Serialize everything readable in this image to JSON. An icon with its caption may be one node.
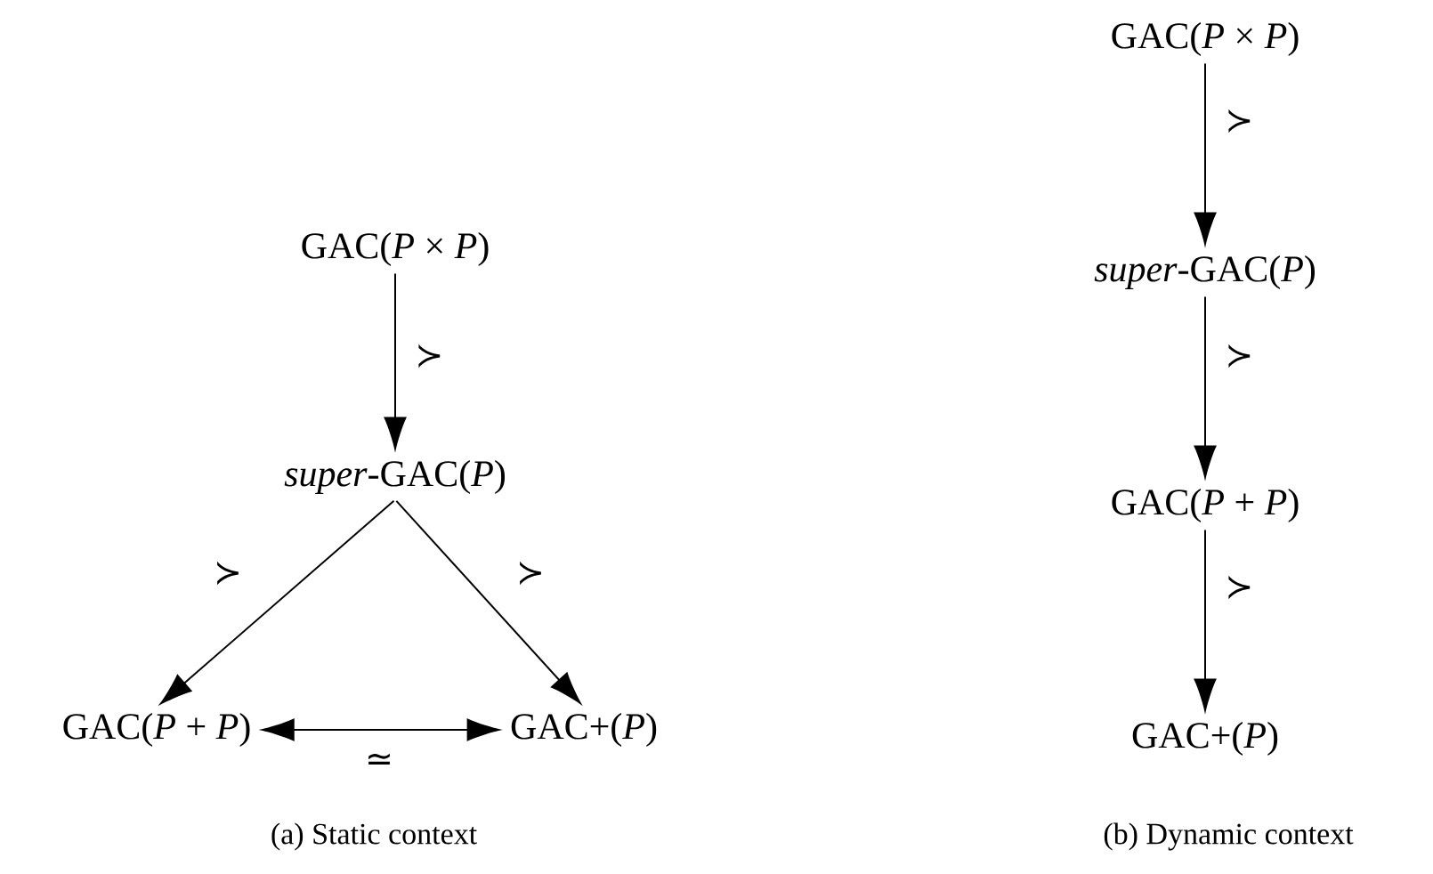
{
  "diagram": {
    "nodes": [
      {
        "text": [
          "GAC(*P* × *P*)"
        ]
      },
      {
        "text": [
          "*super*-GAC(*P*)"
        ]
      },
      {
        "text": [
          "GAC(*P* + *P*)"
        ]
      },
      {
        "text": [
          "GAC+(*P*)"
        ]
      },
      {
        "text": [
          "GAC(*P* × *P*)"
        ]
      },
      {
        "text": [
          "*super*-GAC(*P*)"
        ]
      },
      {
        "text": [
          "GAC(*P* + *P*)"
        ]
      },
      {
        "text": [
          "GAC+(*P*)"
        ]
      }
    ],
    "edges": [
      {
        "from": 0,
        "to": 1,
        "arrow": "to",
        "label": "≻"
      },
      {
        "from": 1,
        "to": 2,
        "arrow": "to",
        "label": "≻"
      },
      {
        "from": 1,
        "to": 3,
        "arrow": "to",
        "label": "≻"
      },
      {
        "from": 2,
        "to": 3,
        "arrow": "both",
        "label": "≃"
      },
      {
        "from": 4,
        "to": 5,
        "arrow": "to",
        "label": "≻"
      },
      {
        "from": 5,
        "to": 6,
        "arrow": "to",
        "label": "≻"
      },
      {
        "from": 6,
        "to": 7,
        "arrow": "to",
        "label": "≻"
      }
    ],
    "labels": [
      "(a) Static context",
      "(b) Dynamic context"
    ]
  }
}
